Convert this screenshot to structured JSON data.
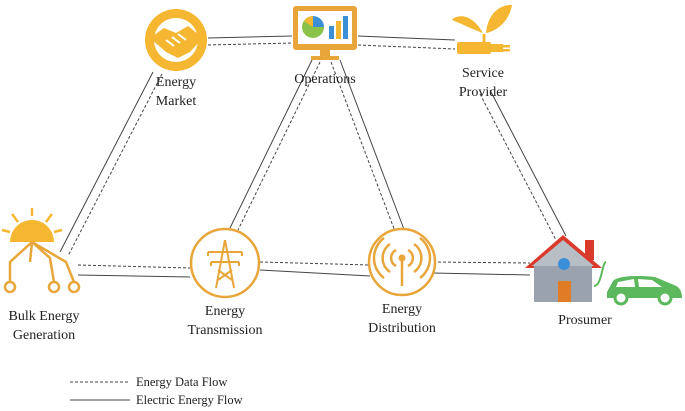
{
  "nodes": {
    "energy_market": {
      "line1": "Energy",
      "line2": "Market"
    },
    "operations": {
      "line1": "Operations"
    },
    "service_provider": {
      "line1": "Service",
      "line2": "Provider"
    },
    "bulk_generation": {
      "line1": "Bulk Energy",
      "line2": "Generation"
    },
    "transmission": {
      "line1": "Energy",
      "line2": "Transmission"
    },
    "distribution": {
      "line1": "Energy",
      "line2": "Distribution"
    },
    "prosumer": {
      "line1": "Prosumer"
    }
  },
  "legend": {
    "data_flow": "Energy Data Flow",
    "electric_flow": "Electric Energy Flow"
  },
  "colors": {
    "icon_orange": "#f5b731",
    "ring_orange": "#e8a53a",
    "monitor_blue": "#3b8fd6",
    "house_roof": "#d93a2b",
    "house_wall": "#9aa3ad",
    "car_green": "#5cb85c",
    "line": "#444444"
  },
  "icons": {
    "energy_market": "handshake-icon",
    "operations": "monitor-chart-icon",
    "service_provider": "leaf-plug-icon",
    "bulk_generation": "sun-network-icon",
    "transmission": "power-tower-icon",
    "distribution": "antenna-icon",
    "prosumer": "house-ev-icon"
  }
}
